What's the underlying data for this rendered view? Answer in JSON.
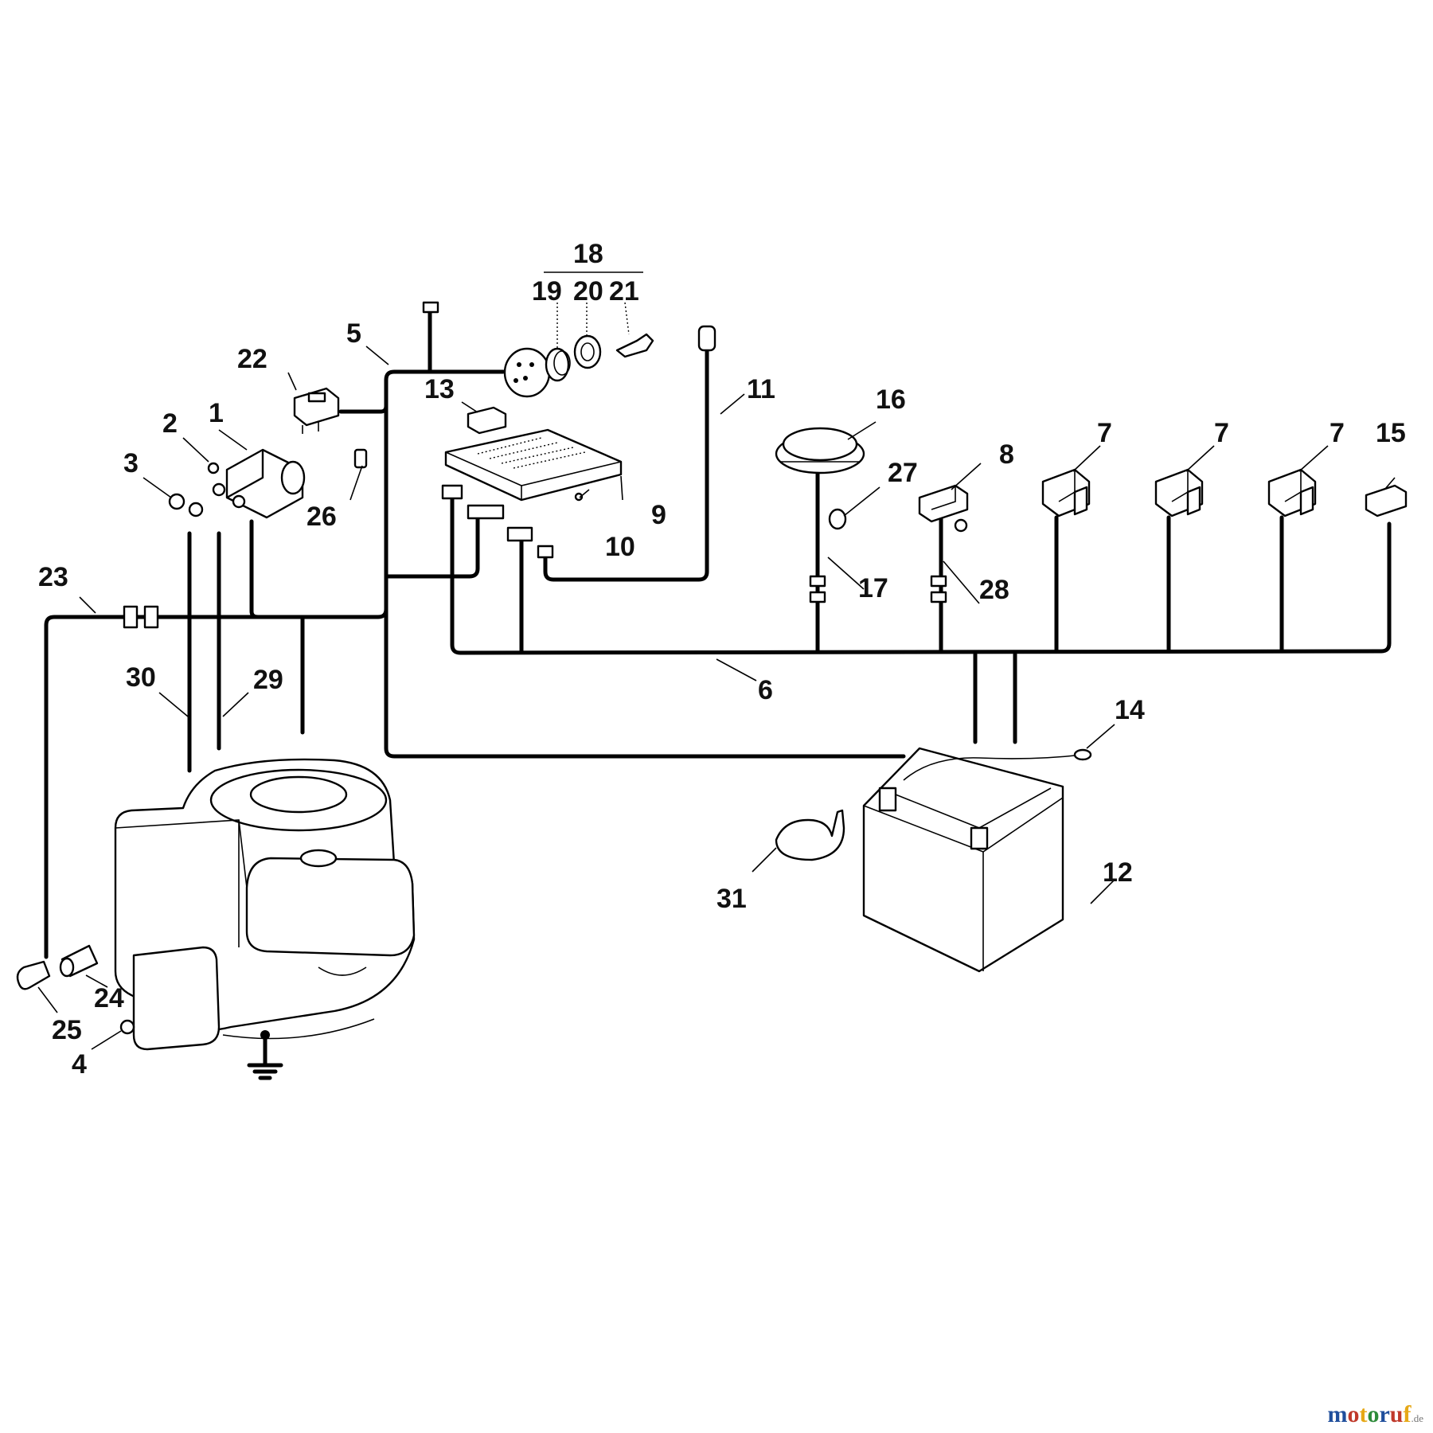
{
  "callouts": {
    "c1": "1",
    "c2": "2",
    "c3": "3",
    "c4": "4",
    "c5": "5",
    "c6": "6",
    "c7a": "7",
    "c7b": "7",
    "c7c": "7",
    "c8": "8",
    "c9": "9",
    "c10": "10",
    "c11": "11",
    "c12": "12",
    "c13": "13",
    "c14": "14",
    "c15": "15",
    "c16": "16",
    "c17": "17",
    "c18": "18",
    "c19": "19",
    "c20": "20",
    "c21": "21",
    "c22": "22",
    "c23": "23",
    "c24": "24",
    "c25": "25",
    "c26": "26",
    "c27": "27",
    "c28": "28",
    "c29": "29",
    "c30": "30",
    "c31": "31"
  },
  "watermark": {
    "brand": "motoruf",
    "suffix": ".de",
    "colors": [
      "#1f4e9c",
      "#c0392b",
      "#e6a817",
      "#2e8b3a",
      "#1f4e9c",
      "#c0392b",
      "#e6a817"
    ]
  }
}
